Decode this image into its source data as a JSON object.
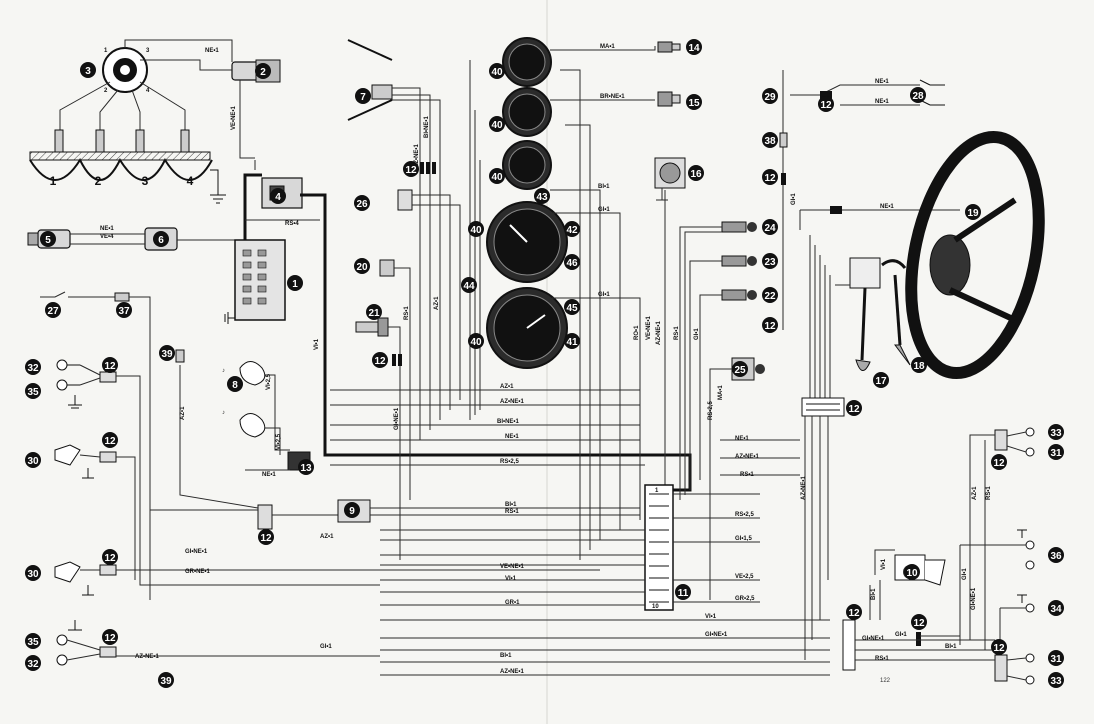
{
  "diagram": {
    "cylinder_numbers": [
      "1",
      "2",
      "3",
      "4"
    ],
    "component_numbers": [
      "1",
      "2",
      "3",
      "4",
      "5",
      "6",
      "7",
      "8",
      "9",
      "10",
      "11",
      "12",
      "13",
      "14",
      "15",
      "16",
      "17",
      "18",
      "19",
      "20",
      "21",
      "22",
      "23",
      "24",
      "25",
      "26",
      "27",
      "28",
      "29",
      "30",
      "31",
      "32",
      "33",
      "34",
      "35",
      "36",
      "37",
      "38",
      "39",
      "40",
      "41",
      "42",
      "43",
      "44",
      "45",
      "46"
    ],
    "wire_labels": [
      "NE•1",
      "VE•NE•1",
      "RS•4",
      "VE•4",
      "NE•1",
      "VI•1",
      "AZ•1",
      "NE•1",
      "VI•2,5",
      "VI•2,5",
      "AZ•NE•1",
      "BI•NE•1",
      "RS•1",
      "AZ•1",
      "GI•NE•1",
      "MA•1",
      "BR•NE•1",
      "BI•1",
      "GI•1",
      "GI•1",
      "RO•1",
      "VE•NE•1",
      "AZ•NE•1",
      "RS•1",
      "GI•1",
      "AZ•1",
      "AZ•NE•1",
      "BI•NE•1",
      "NE•1",
      "RS•2,5",
      "BI•1",
      "RS•1",
      "AZ•1",
      "GI•NE•1",
      "GR•NE•1",
      "VE•NE•1",
      "VI•1",
      "GR•1",
      "VI•1",
      "GI•NE•1",
      "GI•1",
      "BI•1",
      "AZ•NE•1",
      "AZ•NE•1",
      "NE•1",
      "AZ•NE•1",
      "RS•1",
      "RS•2,5",
      "GI•1,5",
      "VE•2,5",
      "GR•2,5",
      "NE•1",
      "NE•1",
      "NE•1",
      "GI•1",
      "AZ•1",
      "RS•1",
      "GI•1",
      "GI•NE•1",
      "GI•1",
      "GI•NE•1",
      "BI•1",
      "RS•1",
      "AZ•NE•1",
      "VI•1",
      "BI•1",
      "RS•2,5",
      "MA•1"
    ],
    "fuse_top": "1",
    "fuse_bottom": "10",
    "page_number": "122"
  },
  "colors": {
    "ink": "#111111",
    "paper": "#f6f6f3"
  }
}
